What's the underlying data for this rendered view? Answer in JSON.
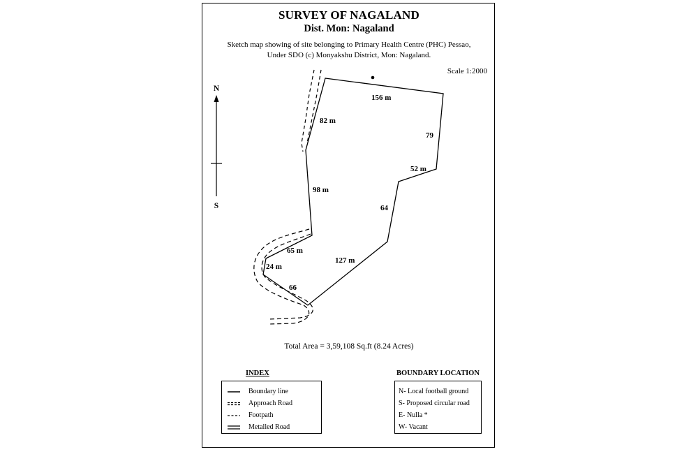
{
  "header": {
    "title": "SURVEY OF NAGALAND",
    "subtitle": "Dist. Mon: Nagaland",
    "description_line1": "Sketch map showing of site belonging to Primary Health Centre (PHC) Pessao,",
    "description_line2": "Under SDO (c) Monyakshu District, Mon: Nagaland.",
    "scale": "Scale 1:2000"
  },
  "compass": {
    "north": "N",
    "south": "S"
  },
  "measurements": {
    "top": "156 m",
    "upper_left": "82 m",
    "right_upper": "79",
    "right_step": "52 m",
    "left_middle": "98 m",
    "right_middle": "64",
    "lower_left_1": "65 m",
    "lower_left_2": "24 m",
    "bottom_left": "66",
    "bottom_right": "127 m"
  },
  "total_area": "Total Area = 3,59,108 Sq.ft (8.24 Acres)",
  "index": {
    "heading": "INDEX",
    "items": [
      {
        "label": "Boundary line",
        "symbol": "solid-line"
      },
      {
        "label": "Approach Road",
        "symbol": "double-dashed-line"
      },
      {
        "label": "Footpath",
        "symbol": "dashed-line"
      },
      {
        "label": "Metalled Road",
        "symbol": "double-solid-line"
      }
    ]
  },
  "boundary_location": {
    "heading": "BOUNDARY LOCATION",
    "items": [
      {
        "label": "N-  Local football ground"
      },
      {
        "label": "S-  Proposed circular road"
      },
      {
        "label": "E-  Nulla *"
      },
      {
        "label": "W-  Vacant"
      }
    ]
  }
}
